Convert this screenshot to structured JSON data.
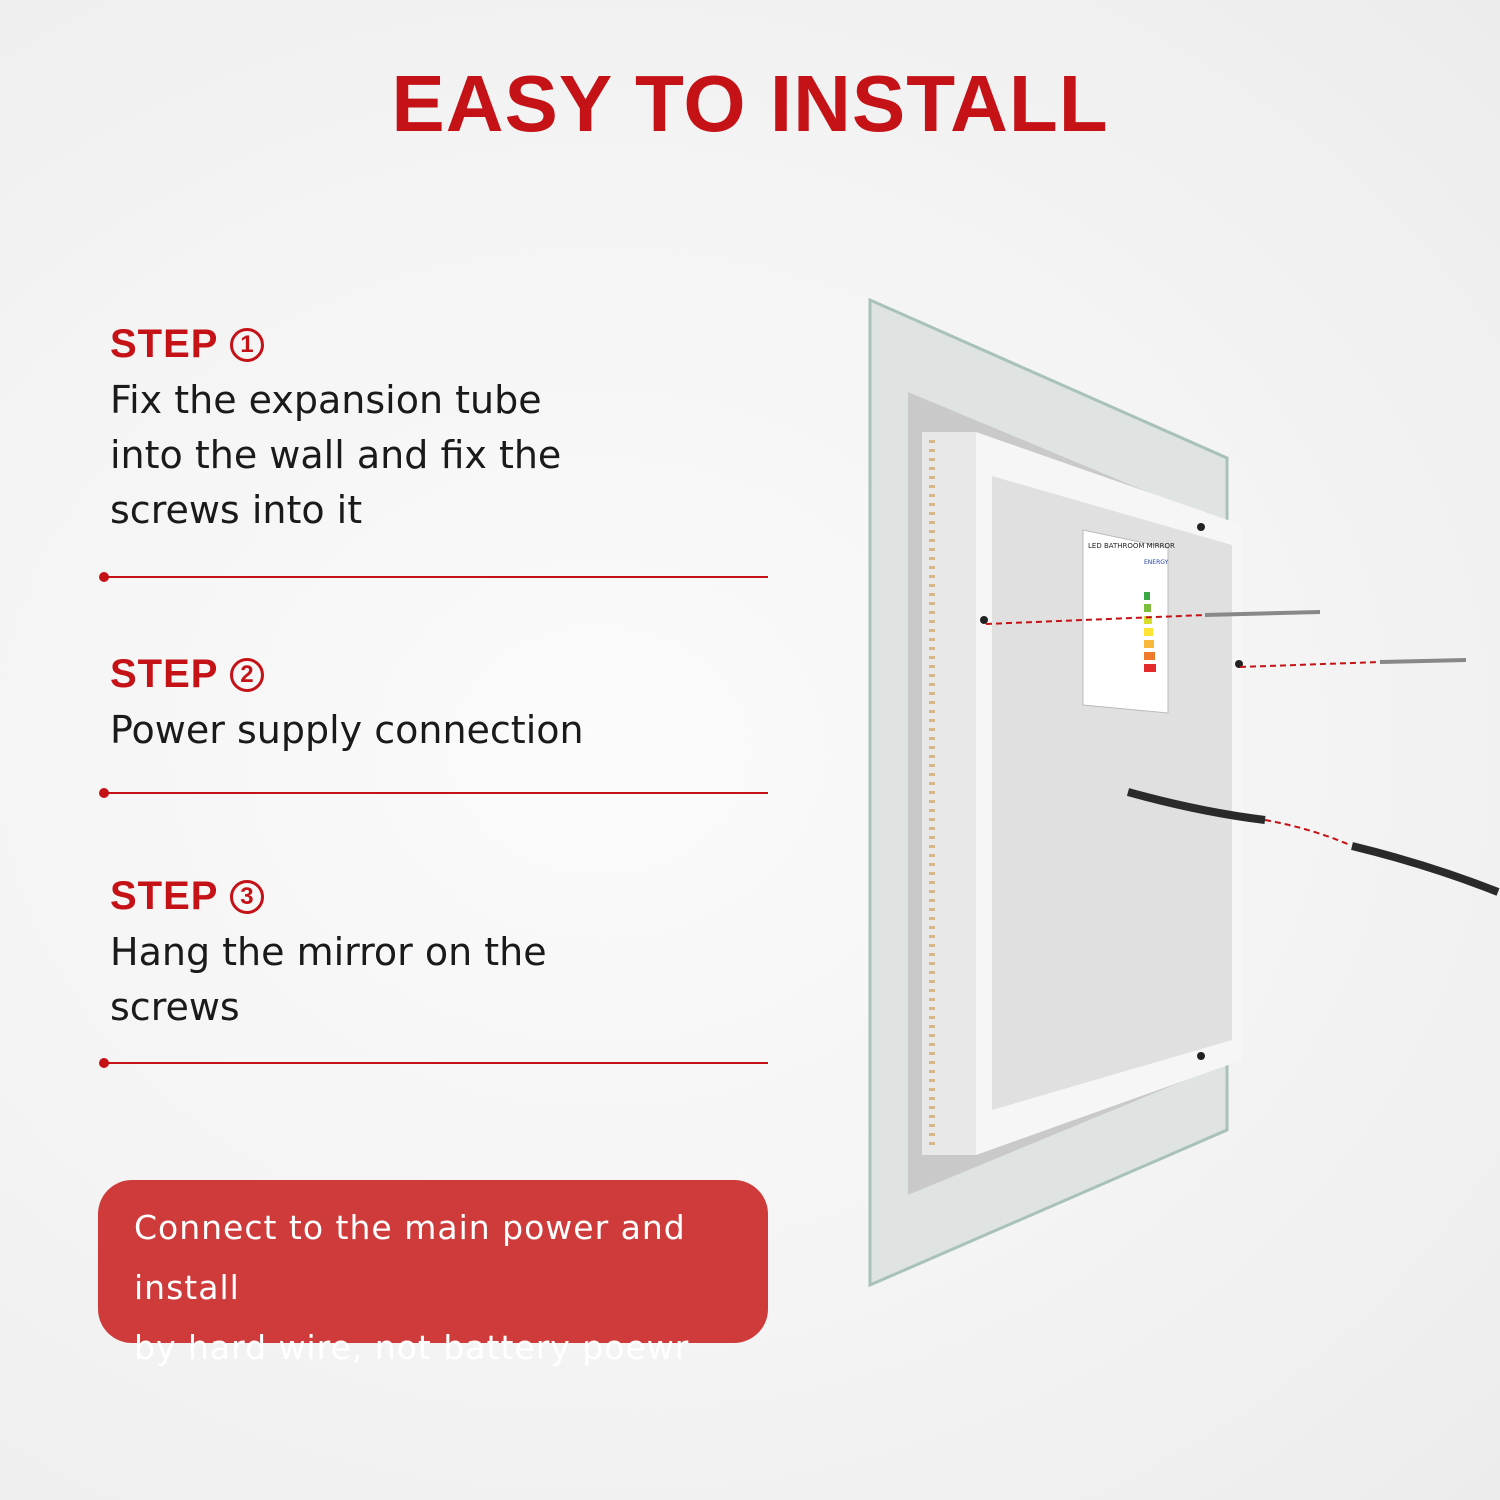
{
  "title": "EASY TO INSTALL",
  "steps": [
    {
      "label": "STEP",
      "number": "1",
      "text": "Fix the expansion tube into the wall and fix the screws into it"
    },
    {
      "label": "STEP",
      "number": "2",
      "text": "Power supply connection"
    },
    {
      "label": "STEP",
      "number": "3",
      "text": "Hang the mirror on the screws"
    }
  ],
  "note": {
    "line1": "Connect to the main power and install",
    "line2": "by hard wire, not battery poewr"
  },
  "product_label": {
    "title": "LED BATHROOM MIRROR",
    "energy": "ENERGY"
  },
  "colors": {
    "accent": "#c41217",
    "note_bg": "#cf3b3b"
  }
}
